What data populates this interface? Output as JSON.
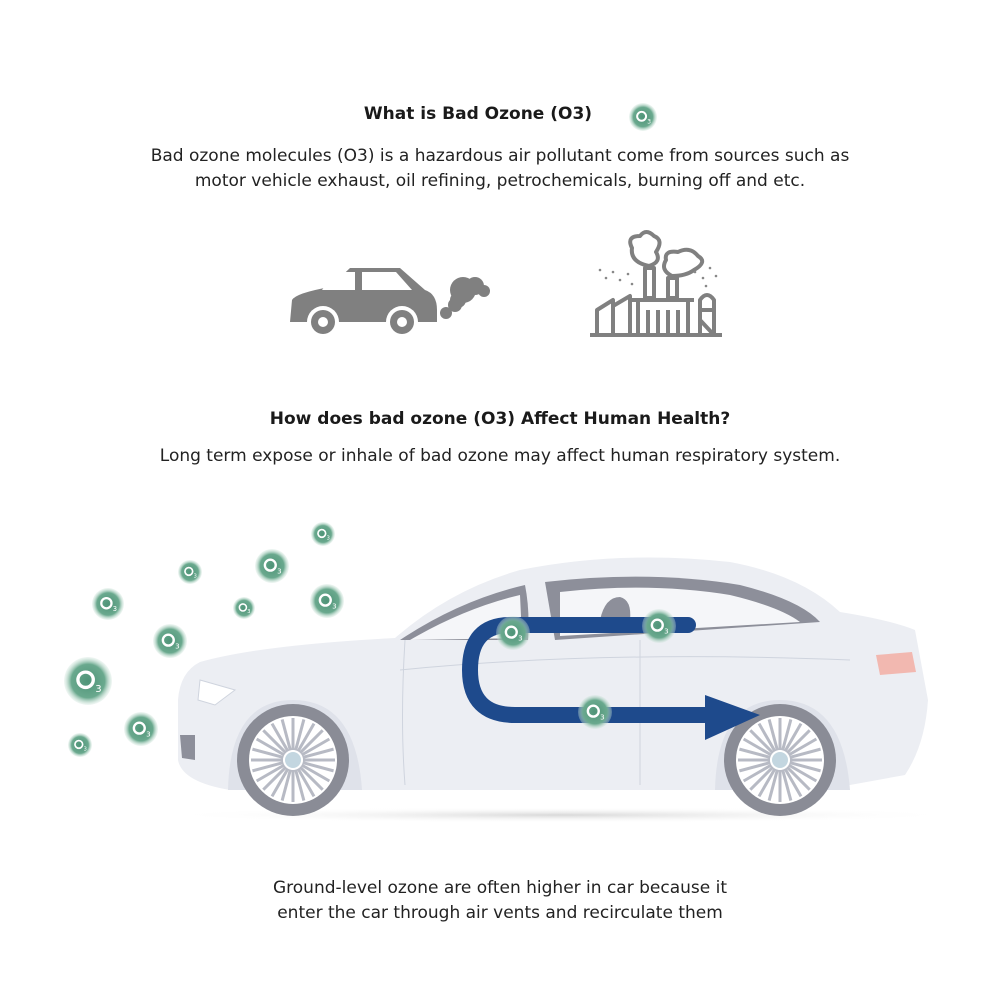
{
  "section1": {
    "title": "What is Bad Ozone (O3)",
    "body_line1": "Bad ozone molecules (O3) is a hazardous air pollutant come from sources such as",
    "body_line2": "motor vehicle exhaust, oil refining, petrochemicals, burning off and etc."
  },
  "section2": {
    "title": "How does bad ozone (O3) Affect Human Health?",
    "body": "Long term expose or inhale of bad ozone may affect human respiratory system."
  },
  "caption": {
    "line1": "Ground-level ozone are often higher in car because it",
    "line2": "enter the car through air vents and recirculate them"
  },
  "molecule": {
    "main": "O",
    "sub": "3"
  },
  "icons": {
    "car_exhaust": "car-exhaust-icon",
    "factory": "factory-smoke-icon"
  },
  "colors": {
    "icon_gray": "#808080",
    "molecule_green": "#5b9e83",
    "arrow_blue": "#1e4a8c",
    "car_body": "#eceef3"
  }
}
